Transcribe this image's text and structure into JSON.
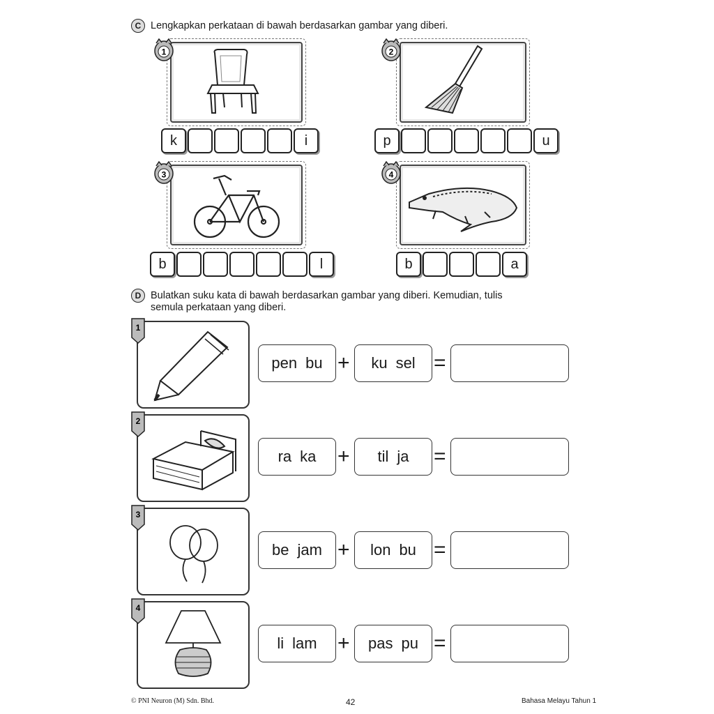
{
  "section_c": {
    "badge": "C",
    "instruction": "Lengkapkan perkataan di bawah berdasarkan gambar yang diberi.",
    "items": [
      {
        "number": "1",
        "icon": "chair-icon",
        "letters": [
          "k",
          "",
          "",
          "",
          "",
          "i"
        ]
      },
      {
        "number": "2",
        "icon": "broom-icon",
        "letters": [
          "p",
          "",
          "",
          "",
          "",
          "",
          "u"
        ]
      },
      {
        "number": "3",
        "icon": "bicycle-icon",
        "letters": [
          "b",
          "",
          "",
          "",
          "",
          "",
          "l"
        ]
      },
      {
        "number": "4",
        "icon": "crocodile-icon",
        "letters": [
          "b",
          "",
          "",
          "",
          "a"
        ]
      }
    ]
  },
  "section_d": {
    "badge": "D",
    "instruction_line1": "Bulatkan suku kata di bawah berdasarkan gambar yang diberi. Kemudian, tulis",
    "instruction_line2": "semula perkataan yang diberi.",
    "plus": "+",
    "equals": "=",
    "rows": [
      {
        "number": "1",
        "icon": "pencil-icon",
        "left": [
          "pen",
          "bu"
        ],
        "right": [
          "ku",
          "sel"
        ],
        "answer": ""
      },
      {
        "number": "2",
        "icon": "bed-icon",
        "left": [
          "ra",
          "ka"
        ],
        "right": [
          "til",
          "ja"
        ],
        "answer": ""
      },
      {
        "number": "3",
        "icon": "balloons-icon",
        "left": [
          "be",
          "jam"
        ],
        "right": [
          "lon",
          "bu"
        ],
        "answer": ""
      },
      {
        "number": "4",
        "icon": "lamp-icon",
        "left": [
          "li",
          "lam"
        ],
        "right": [
          "pas",
          "pu"
        ],
        "answer": ""
      }
    ]
  },
  "footer": {
    "copyright": "© PNI Neuron (M) Sdn. Bhd.",
    "page": "42",
    "book": "Bahasa Melayu Tahun 1"
  }
}
